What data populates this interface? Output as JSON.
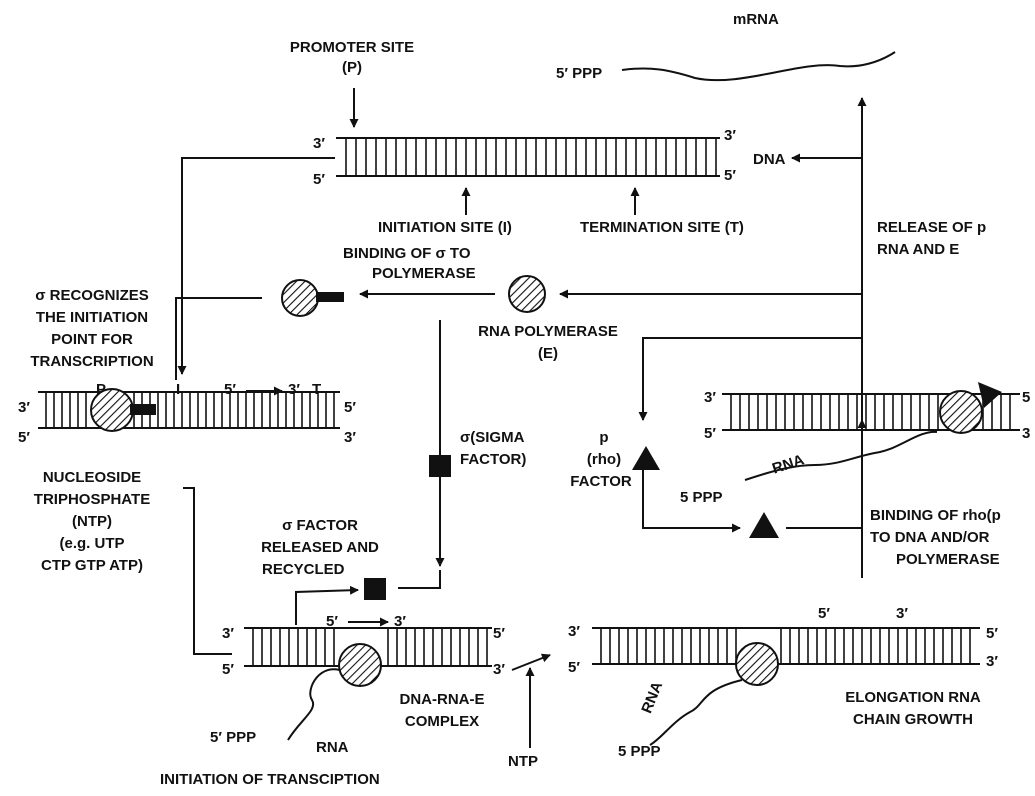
{
  "mrna": {
    "title": "mRNA",
    "five_end": "5′ PPP"
  },
  "promoter": {
    "line1": "PROMOTER SITE",
    "line2": "(P)"
  },
  "top_dna": {
    "l3": "3′",
    "l5": "5′",
    "r3": "3′",
    "r5": "5′",
    "dna_label": "DNA"
  },
  "initiation_site": "INITIATION SITE (I)",
  "termination_site": "TERMINATION SITE (T)",
  "release": {
    "line1": "RELEASE OF p",
    "line2": "RNA AND E"
  },
  "binding_sigma": {
    "line1": "BINDING OF σ TO",
    "line2": "POLYMERASE"
  },
  "sigma_recognizes": {
    "line1": "σ RECOGNIZES",
    "line2": "THE INITIATION",
    "line3": "POINT FOR",
    "line4": "TRANSCRIPTION"
  },
  "rna_polymerase": {
    "line1": "RNA POLYMERASE",
    "line2": "(E)"
  },
  "left_dna": {
    "l3": "3′",
    "l5": "5′",
    "r5": "5′",
    "r3": "3′",
    "p": "P",
    "i": "I",
    "dir_5": "5′",
    "dir_3": "3′",
    "t": "T"
  },
  "sigma_factor": {
    "line1": "σ(SIGMA",
    "line2": "FACTOR)"
  },
  "rho_factor": {
    "line1": "p",
    "line2": "(rho)",
    "line3": "FACTOR"
  },
  "right_dna": {
    "l3": "3′",
    "l5": "5′",
    "r5": "5",
    "r3": "3",
    "rna": "RNA",
    "ppp": "5 PPP"
  },
  "binding_rho": {
    "line1": "BINDING OF rho(p",
    "line2": "TO DNA AND/OR",
    "line3": "POLYMERASE"
  },
  "ntp_box": {
    "line1": "NUCLEOSIDE",
    "line2": "TRIPHOSPHATE",
    "line3": "(NTP)",
    "line4": "(e.g. UTP",
    "line5": "CTP GTP ATP)"
  },
  "sigma_released": {
    "line1": "σ FACTOR",
    "line2": "RELEASED AND",
    "line3": "RECYCLED"
  },
  "bottom_left_dna": {
    "l3": "3′",
    "l5": "5′",
    "r5": "5′",
    "r3": "3′",
    "dir_5": "5′",
    "dir_3": "3′",
    "ppp": "5′ PPP",
    "rna": "RNA"
  },
  "complex": {
    "line1": "DNA-RNA-E",
    "line2": "COMPLEX"
  },
  "initiation_title": "INITIATION OF TRANSCIPTION",
  "ntp": "NTP",
  "elongation_dna": {
    "l3": "3′",
    "l5": "5′",
    "top5": "5′",
    "top3": "3′",
    "r5": "5′",
    "r3": "3′",
    "rna": "RNA",
    "ppp": "5 PPP"
  },
  "elongation": {
    "line1": "ELONGATION RNA",
    "line2": "CHAIN GROWTH"
  }
}
